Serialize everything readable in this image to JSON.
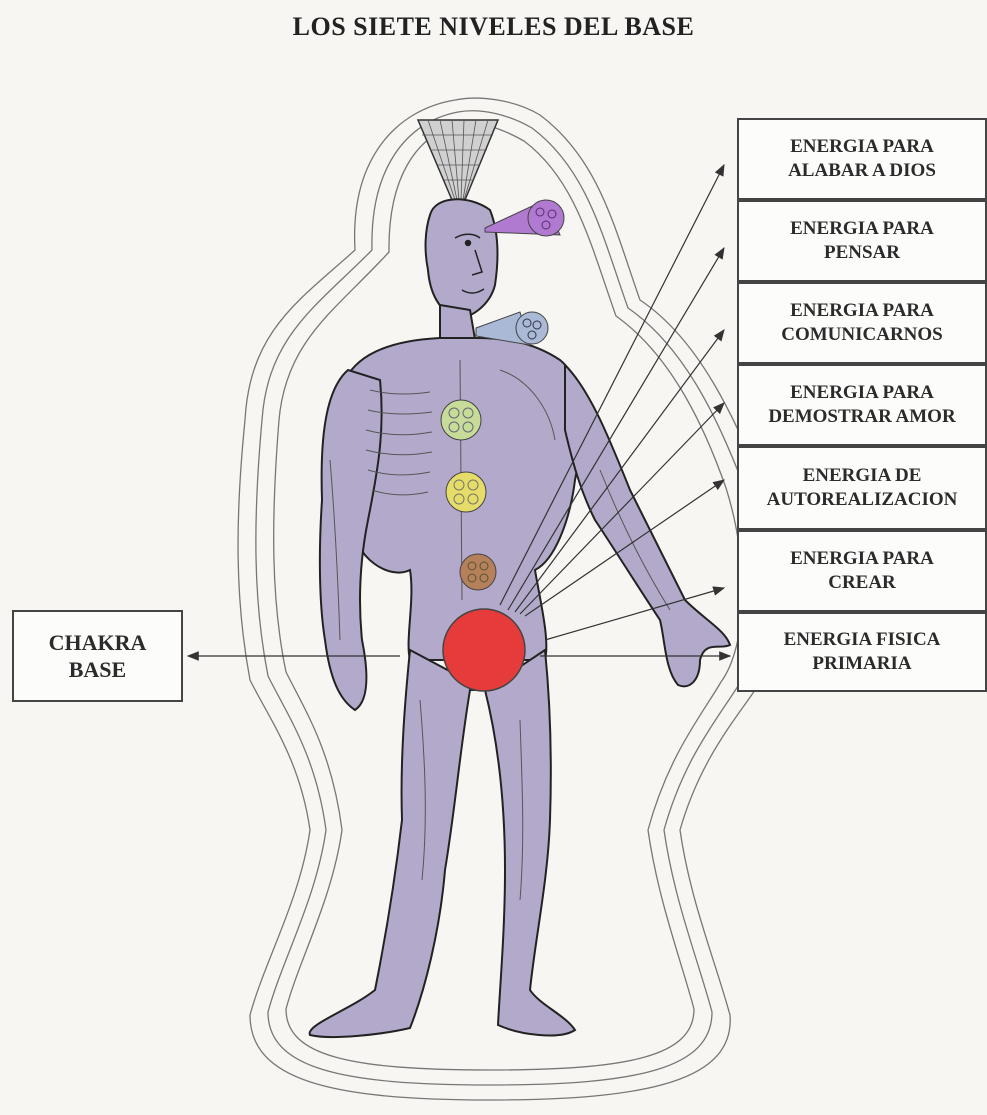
{
  "title": "LOS SIETE NIVELES DEL BASE",
  "left_label": "CHAKRA\nBASE",
  "levels": [
    "ENERGIA PARA\nALABAR A DIOS",
    "ENERGIA PARA\nPENSAR",
    "ENERGIA PARA\nCOMUNICARNOS",
    "ENERGIA PARA\nDEMOSTRAR AMOR",
    "ENERGIA DE\nAUTOREALIZACION",
    "ENERGIA PARA\nCREAR",
    "ENERGIA FISICA\nPRIMARIA"
  ],
  "colors": {
    "body": "#b3aacb",
    "body_dark": "#8e84ab",
    "base_chakra": "#e63b3b",
    "crown": "#d0d0d0",
    "third_eye": "#b07ad0",
    "throat": "#a9b9d6",
    "heart": "#c8dc9a",
    "solar_plexus": "#e6dc6a",
    "sacral": "#b5805a"
  }
}
